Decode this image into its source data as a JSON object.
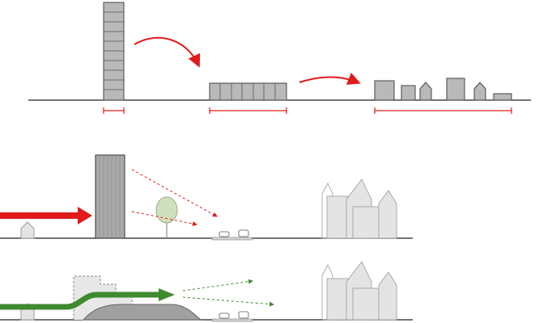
{
  "colors": {
    "ground": "#222222",
    "building_fill": "#b9b9b9",
    "building_stroke": "#444444",
    "accent_red": "#e01b1b",
    "accent_green": "#3f8a2f",
    "ghost_building": "#e4e4e4",
    "ghost_stroke": "#9a9a9a",
    "tree": "#cfe0bf",
    "road_mound": "#a0a0a0"
  },
  "panels": [
    {
      "id": "density-transformation",
      "elements": [
        "tower",
        "slab",
        "low-rise-cluster",
        "transition-arrows",
        "footprint-brackets"
      ]
    },
    {
      "id": "wind-blocked-by-tower",
      "elements": [
        "incoming-wind-arrow",
        "tower",
        "tree",
        "deflected-airflow",
        "road-with-cars",
        "historic-town"
      ]
    },
    {
      "id": "wind-guided-over-landscape",
      "elements": [
        "incoming-wind-arrow",
        "terraced-building-outline",
        "planted-mound",
        "road-with-cars",
        "historic-town"
      ]
    }
  ],
  "icons": {
    "arrow_one": "curved-arrow-icon",
    "arrow_two": "curved-arrow-icon",
    "wind_red": "wind-arrow-icon",
    "wind_green": "wind-arrow-icon",
    "car": "car-icon",
    "tree": "tree-icon",
    "house": "house-icon"
  }
}
